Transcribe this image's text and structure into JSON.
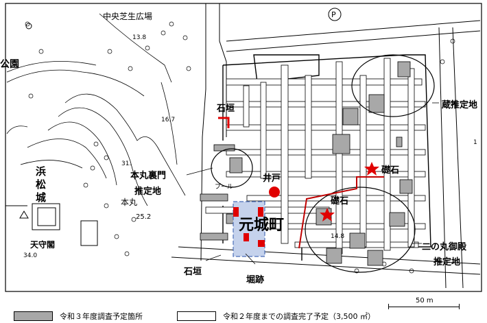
{
  "map": {
    "labels": {
      "central_lawn": "中央芝生広場",
      "elev_13_8": "13.8",
      "park_fragment": "公園",
      "parking": "P",
      "elev_16_7": "16.7",
      "ishigaki_top": "石垣",
      "kura_area": "蔵推定地",
      "elev_31": "31.",
      "hamamatsu_castle": "浜松城",
      "honmaru_uramon_1": "本丸裏門",
      "honmaru_uramon_2": "推定地",
      "pool": "プール",
      "well": "井戸",
      "soseki_1": "礎石",
      "soseki_2": "礎石",
      "honmaru": "本丸",
      "elev_25_2": "25.2",
      "motoshiro_cho": "元城町",
      "elev_14_8": "14.8",
      "ninomaru_1": "二の丸御殿",
      "ninomaru_2": "推定地",
      "tenshukaku": "天守閣",
      "elev_34": "34.0",
      "ishigaki_bottom": "石垣",
      "horiato": "堀跡",
      "side_mark": "1"
    },
    "colors": {
      "planned_fill": "#a8a8a8",
      "red_marks": "#e00000",
      "moat_fill": "#c5d2ec"
    }
  },
  "legend": {
    "planned_r3": "令和３年度調査予定箇所",
    "completed_r2": "令和２年度までの調査完了予定（3,500 ㎡）"
  },
  "scale": {
    "label": "50 m"
  }
}
